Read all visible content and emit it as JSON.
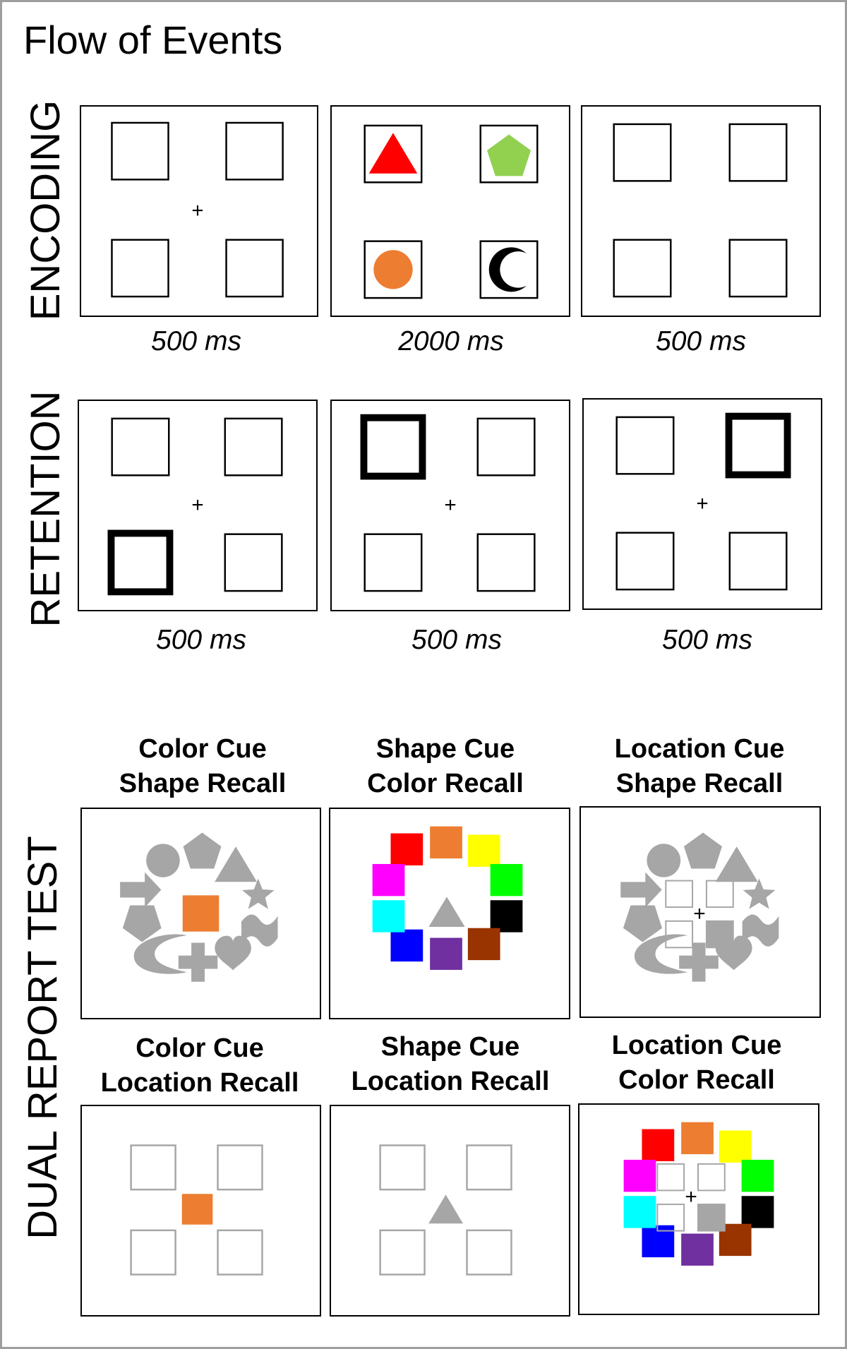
{
  "title": "Flow of Events",
  "phases": {
    "encoding": "ENCODING",
    "retention": "RETENTION",
    "dual_report": "DUAL REPORT TEST"
  },
  "durations": {
    "encoding": [
      "500 ms",
      "2000 ms",
      "500 ms"
    ],
    "retention": [
      "500 ms",
      "500 ms",
      "500 ms"
    ]
  },
  "conditions": [
    {
      "cue": "Color Cue",
      "recall": "Shape Recall"
    },
    {
      "cue": "Shape Cue",
      "recall": "Color Recall"
    },
    {
      "cue": "Location Cue",
      "recall": "Shape Recall"
    },
    {
      "cue": "Color Cue",
      "recall": "Location Recall"
    },
    {
      "cue": "Shape Cue",
      "recall": "Location Recall"
    },
    {
      "cue": "Location Cue",
      "recall": "Color Recall"
    }
  ],
  "fixation_symbol": "+",
  "encoding_items": [
    {
      "shape": "triangle",
      "color": "#ff0000"
    },
    {
      "shape": "pentagon",
      "color": "#92d050"
    },
    {
      "shape": "circle",
      "color": "#ed7d31"
    },
    {
      "shape": "crescent",
      "color": "#000000"
    }
  ],
  "shape_wheel": [
    "circle",
    "pentagon",
    "triangle",
    "star",
    "wave",
    "heart",
    "cross",
    "crescent",
    "diamond",
    "arrow"
  ],
  "color_wheel": [
    "#ff0000",
    "#ed7d31",
    "#ffff00",
    "#00ff00",
    "#000000",
    "#993300",
    "#7030a0",
    "#0000ff",
    "#00ffff",
    "#ff00ff"
  ],
  "colors": {
    "probe_gray": "#a6a6a6",
    "cue_orange": "#ed7d31",
    "frame": "#000000",
    "border": "#9e9e9e"
  }
}
